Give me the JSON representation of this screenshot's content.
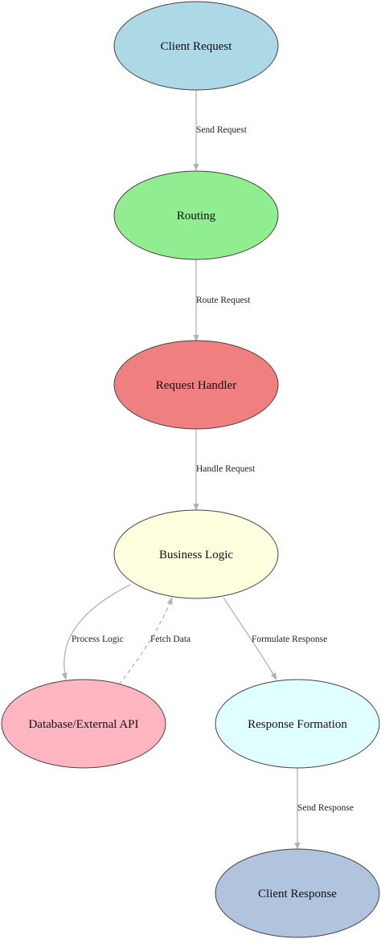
{
  "nodes": {
    "client_request": {
      "label": "Client Request",
      "color": "#add8e6"
    },
    "routing": {
      "label": "Routing",
      "color": "#90ee90"
    },
    "request_handler": {
      "label": "Request Handler",
      "color": "#f08080"
    },
    "business_logic": {
      "label": "Business Logic",
      "color": "#ffffe0"
    },
    "database_api": {
      "label": "Database/External API",
      "color": "#ffb6c1"
    },
    "response_formation": {
      "label": "Response Formation",
      "color": "#e0ffff"
    },
    "client_response": {
      "label": "Client Response",
      "color": "#b0c4de"
    }
  },
  "edges": {
    "send_request": {
      "label": "Send Request",
      "from": "Client Request",
      "to": "Routing",
      "style": "solid"
    },
    "route_request": {
      "label": "Route Request",
      "from": "Routing",
      "to": "Request Handler",
      "style": "solid"
    },
    "handle_request": {
      "label": "Handle Request",
      "from": "Request Handler",
      "to": "Business Logic",
      "style": "solid"
    },
    "process_logic": {
      "label": "Process Logic",
      "from": "Business Logic",
      "to": "Database/External API",
      "style": "solid"
    },
    "fetch_data": {
      "label": "Fetch Data",
      "from": "Database/External API",
      "to": "Business Logic",
      "style": "dashed"
    },
    "formulate_response": {
      "label": "Formulate Response",
      "from": "Business Logic",
      "to": "Response Formation",
      "style": "solid"
    },
    "send_response": {
      "label": "Send Response",
      "from": "Response Formation",
      "to": "Client Response",
      "style": "solid"
    }
  },
  "colors": {
    "edge": "#b3b3b3",
    "node_border": "#444444"
  }
}
